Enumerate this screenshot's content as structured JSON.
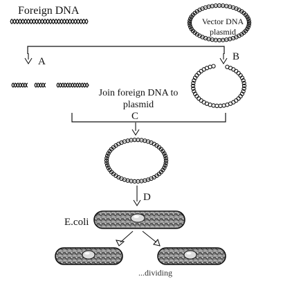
{
  "diagram": {
    "foreign_dna_label": "Foreign DNA",
    "vector_label_line1": "Vector DNA",
    "vector_label_line2": "plasmid",
    "step_a": "A",
    "step_b": "B",
    "step_c": "C",
    "step_d": "D",
    "join_label": "Join foreign DNA to plasmid",
    "ecoli_label": "E.coli",
    "bottom_caption": "...dividing"
  }
}
